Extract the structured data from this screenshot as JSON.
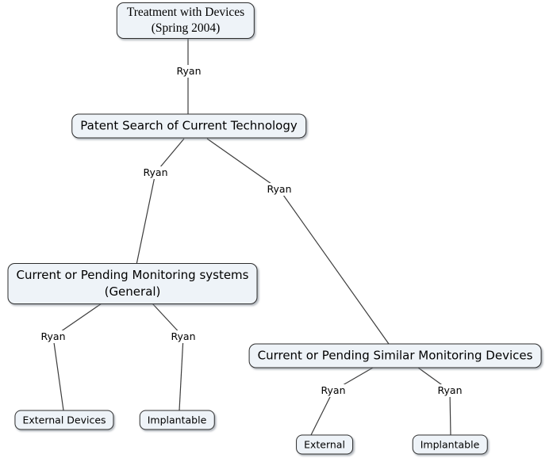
{
  "diagram": {
    "type": "concept-map",
    "colors": {
      "background": "#ffffff",
      "node_fill": "#eef3f8",
      "node_border": "#2d2d2d",
      "line": "#3c3c3c",
      "text": "#000000"
    },
    "nodes": {
      "root": {
        "label": "Treatment with Devices\n(Spring 2004)"
      },
      "patent_search": {
        "label": "Patent Search of Current Technology"
      },
      "monitoring_general": {
        "label": "Current or Pending Monitoring systems\n(General)"
      },
      "similar_devices": {
        "label": "Current or Pending Similar Monitoring Devices"
      },
      "external_devices": {
        "label": "External Devices"
      },
      "implantable_general": {
        "label": "Implantable"
      },
      "external_similar": {
        "label": "External"
      },
      "implantable_similar": {
        "label": "Implantable"
      }
    },
    "links": {
      "root_to_patent": {
        "label": "Ryan"
      },
      "patent_to_general": {
        "label": "Ryan"
      },
      "patent_to_similar": {
        "label": "Ryan"
      },
      "general_to_external": {
        "label": "Ryan"
      },
      "general_to_implantable": {
        "label": "Ryan"
      },
      "similar_to_external": {
        "label": "Ryan"
      },
      "similar_to_implantable": {
        "label": "Ryan"
      }
    }
  }
}
